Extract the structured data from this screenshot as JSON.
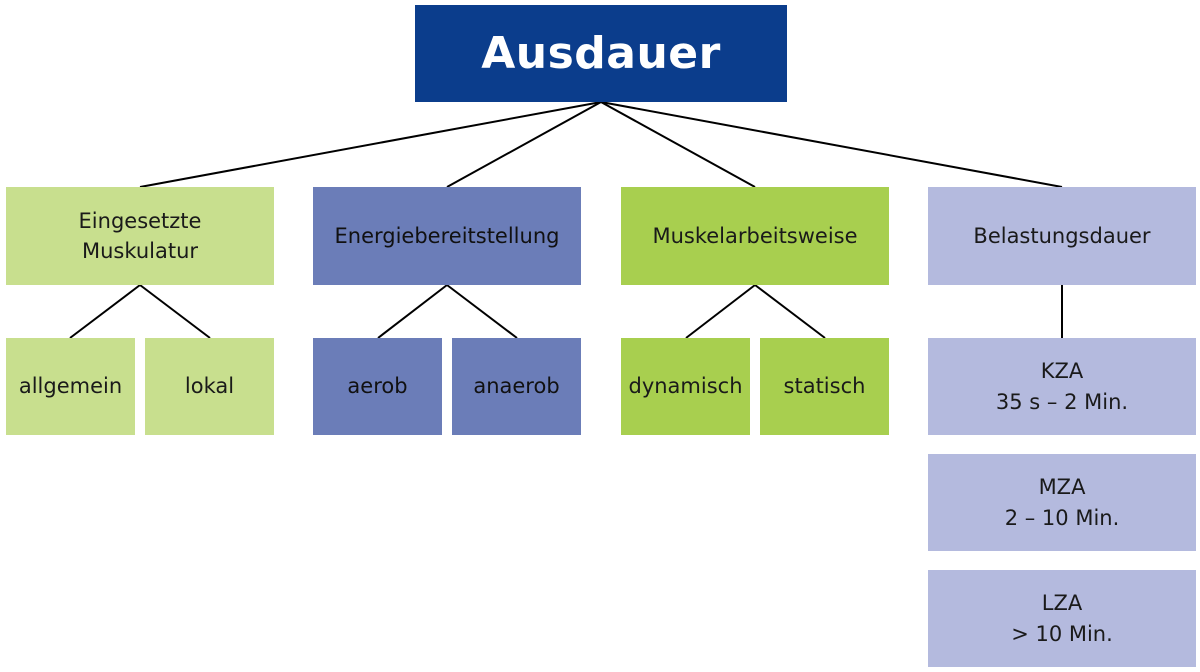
{
  "root": {
    "label": "Ausdauer"
  },
  "categories": [
    {
      "label_lines": [
        "Eingesetzte",
        "Muskulatur"
      ],
      "children": [
        "allgemein",
        "lokal"
      ]
    },
    {
      "label_lines": [
        "Energiebereitstellung"
      ],
      "children": [
        "aerob",
        "anaerob"
      ]
    },
    {
      "label_lines": [
        "Muskelarbeitsweise"
      ],
      "children": [
        "dynamisch",
        "statisch"
      ]
    },
    {
      "label_lines": [
        "Belastungsdauer"
      ],
      "children": []
    }
  ],
  "duration_types": [
    {
      "name": "KZA",
      "range": "35 s – 2 Min."
    },
    {
      "name": "MZA",
      "range": "2 – 10 Min."
    },
    {
      "name": "LZA",
      "range": "> 10 Min."
    }
  ],
  "colors": {
    "root": "#0b3d8c",
    "light_green": "#c8df8e",
    "blue": "#6b7db8",
    "green": "#a8cf4f",
    "lavender": "#b4bade",
    "connector": "#000000"
  }
}
